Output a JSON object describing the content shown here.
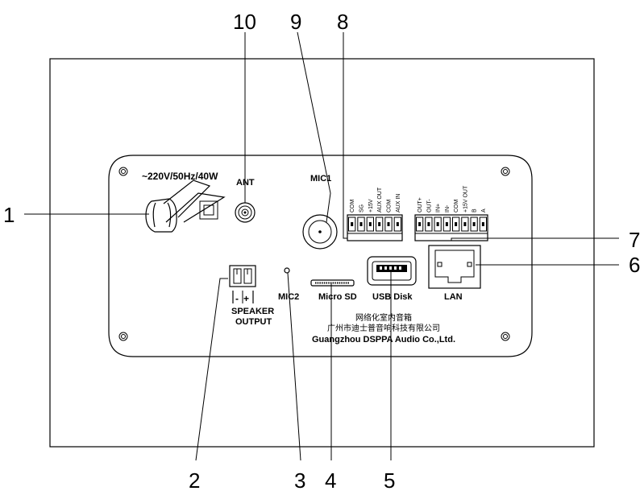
{
  "callouts": {
    "c1": "1",
    "c2": "2",
    "c3": "3",
    "c4": "4",
    "c5": "5",
    "c6": "6",
    "c7": "7",
    "c8": "8",
    "c9": "9",
    "c10": "10"
  },
  "labels": {
    "power": "~220V/50Hz/40W",
    "ant": "ANT",
    "mic1": "MIC1",
    "mic2": "MIC2",
    "speaker_line1": "SPEAKER",
    "speaker_line2": "OUTPUT",
    "speaker_minus": "-",
    "speaker_plus": "+",
    "microsd": "Micro SD",
    "usb": "USB Disk",
    "lan": "LAN"
  },
  "terminal_left_pins": [
    "COM",
    "SG",
    "+15V",
    "AUX OUT",
    "COM",
    "AUX IN"
  ],
  "terminal_right_pins": [
    "OUT+",
    "OUT-",
    "IN+",
    "IN-",
    "COM",
    "+15V OUT",
    "B",
    "A"
  ],
  "company": {
    "line1": "网络化室内音箱",
    "line2": "广州市迪士普音响科技有限公司",
    "line3": "Guangzhou DSPPA Audio Co.,Ltd."
  }
}
